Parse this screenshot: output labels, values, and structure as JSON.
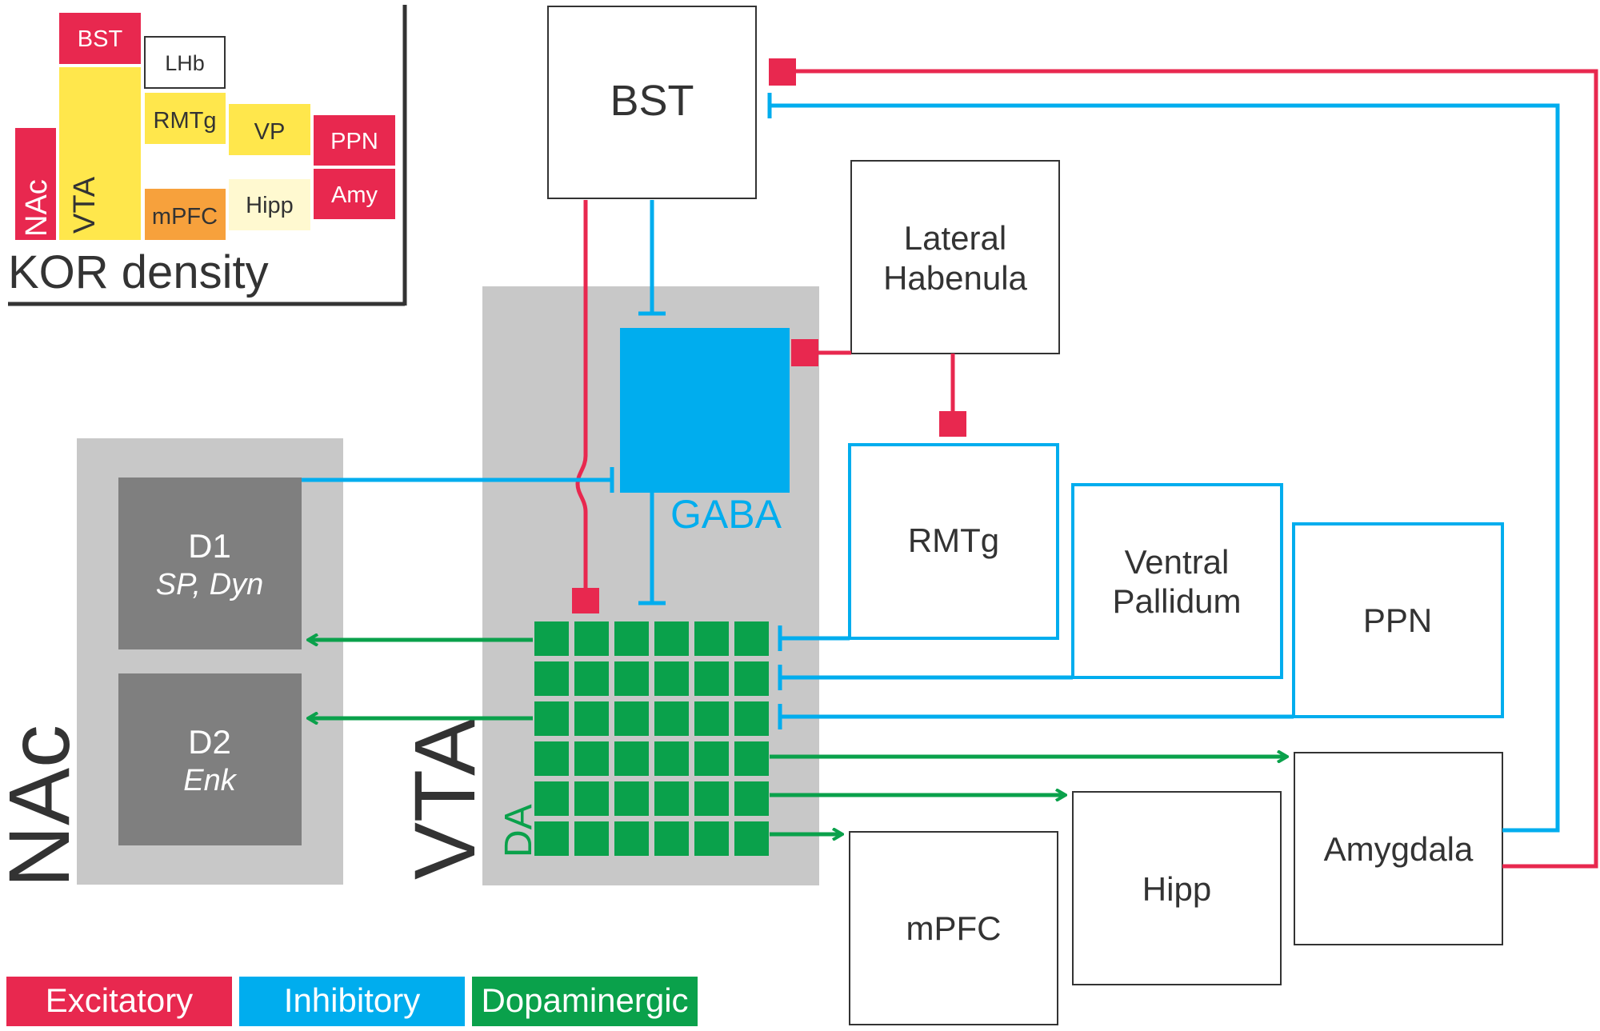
{
  "colors": {
    "excitatory": "#e8284f",
    "inhibitory": "#00adee",
    "dopaminergic": "#0aa14b",
    "region_bg": "#c8c8c8",
    "nac_cell": "#7f7f7f",
    "kor_red": "#e8284f",
    "kor_yellow": "#ffe74c",
    "kor_orange": "#f7a13c",
    "kor_cream": "#fff9d0",
    "dark": "#333333"
  },
  "kor_panel": {
    "title": "KOR density",
    "bars": {
      "nac": "NAc",
      "vta": "VTA",
      "bst": "BST",
      "lhb": "LHb",
      "rmtg": "RMTg",
      "mpfc": "mPFC",
      "vp": "VP",
      "hipp": "Hipp",
      "ppn": "PPN",
      "amy": "Amy"
    }
  },
  "regions": {
    "nac": "NAc",
    "vta": "VTA",
    "gaba": "GABA",
    "da": "DA",
    "d1": {
      "title": "D1",
      "sub": "SP, Dyn"
    },
    "d2": {
      "title": "D2",
      "sub": "Enk"
    }
  },
  "nodes": {
    "bst": "BST",
    "lhb": {
      "line1": "Lateral",
      "line2": "Habenula"
    },
    "rmtg": "RMTg",
    "vp": {
      "line1": "Ventral",
      "line2": "Pallidum"
    },
    "ppn": "PPN",
    "amygdala": "Amygdala",
    "hipp": "Hipp",
    "mpfc": "mPFC"
  },
  "legend": {
    "excitatory": "Excitatory",
    "inhibitory": "Inhibitory",
    "dopaminergic": "Dopaminergic"
  }
}
